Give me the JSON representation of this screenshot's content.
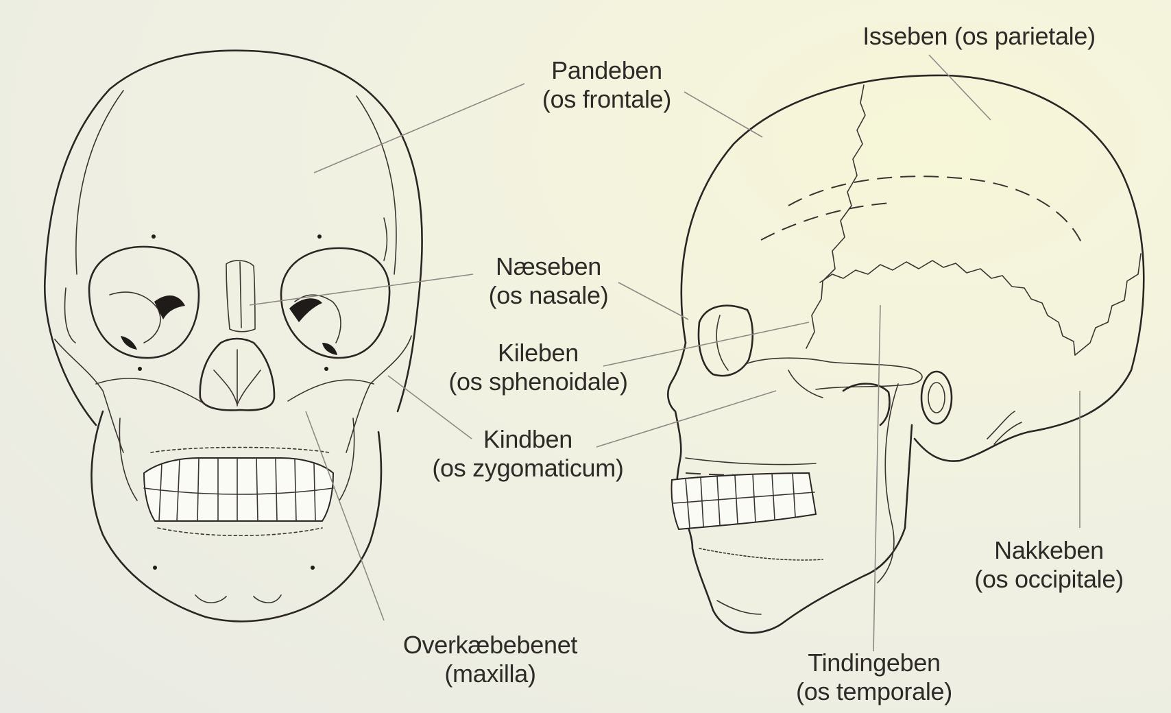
{
  "labels": {
    "frontale": {
      "name": "Pandeben",
      "latin": "(os frontale)"
    },
    "parietale": {
      "name": "Isseben (os parietale)"
    },
    "nasale": {
      "name": "Næseben",
      "latin": "(os nasale)"
    },
    "sphenoidale": {
      "name": "Kileben",
      "latin": "(os sphenoidale)"
    },
    "zygomaticum": {
      "name": "Kindben",
      "latin": "(os zygomaticum)"
    },
    "maxilla": {
      "name": "Overkæbebenet",
      "latin": "(maxilla)"
    },
    "temporale": {
      "name": "Tindingeben",
      "latin": "(os temporale)"
    },
    "occipitale": {
      "name": "Nakkeben",
      "latin": "(os occipitale)"
    }
  }
}
